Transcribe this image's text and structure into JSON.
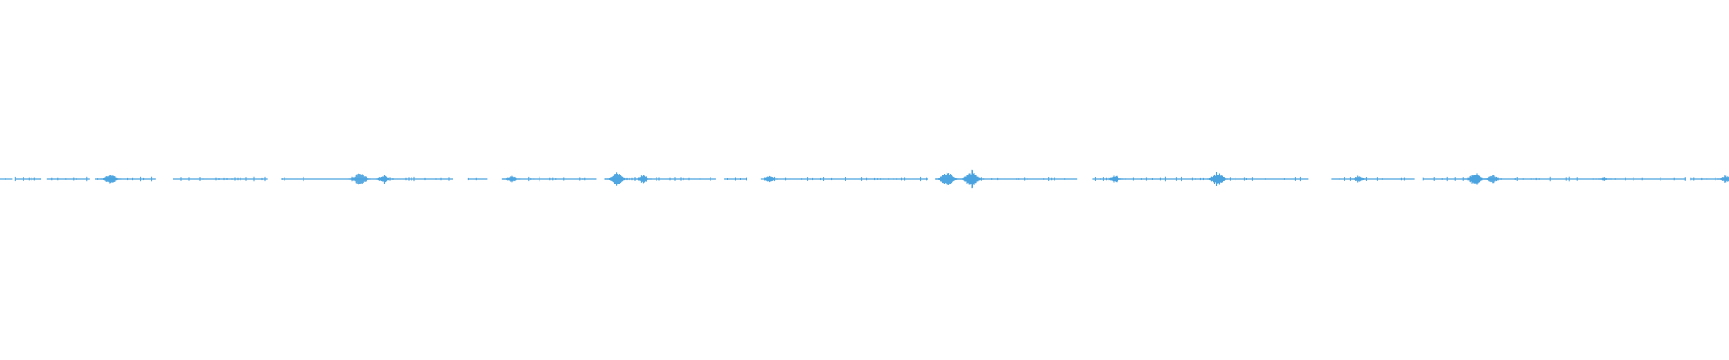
{
  "waveform": {
    "color": "#4aa3df",
    "style": "centered-amplitude-line",
    "segments": [
      {
        "kind": "baseline",
        "from": 0.0,
        "to": 0.007
      },
      {
        "kind": "baseline",
        "from": 0.009,
        "to": 0.024
      },
      {
        "kind": "baseline",
        "from": 0.027,
        "to": 0.052
      },
      {
        "kind": "burst",
        "at": 0.064,
        "amp": 0.2
      },
      {
        "kind": "baseline",
        "from": 0.055,
        "to": 0.09
      },
      {
        "kind": "baseline",
        "from": 0.1,
        "to": 0.155
      },
      {
        "kind": "baseline",
        "from": 0.163,
        "to": 0.262
      },
      {
        "kind": "burst",
        "at": 0.208,
        "amp": 0.26
      },
      {
        "kind": "burst",
        "at": 0.222,
        "amp": 0.14
      },
      {
        "kind": "baseline",
        "from": 0.271,
        "to": 0.282
      },
      {
        "kind": "baseline",
        "from": 0.29,
        "to": 0.345
      },
      {
        "kind": "burst",
        "at": 0.296,
        "amp": 0.12
      },
      {
        "kind": "baseline",
        "from": 0.35,
        "to": 0.414
      },
      {
        "kind": "burst",
        "at": 0.357,
        "amp": 0.24
      },
      {
        "kind": "burst",
        "at": 0.372,
        "amp": 0.14
      },
      {
        "kind": "baseline",
        "from": 0.419,
        "to": 0.432
      },
      {
        "kind": "baseline",
        "from": 0.442,
        "to": 0.537
      },
      {
        "kind": "burst",
        "at": 0.445,
        "amp": 0.1
      },
      {
        "kind": "baseline",
        "from": 0.541,
        "to": 0.623
      },
      {
        "kind": "burst",
        "at": 0.548,
        "amp": 0.28
      },
      {
        "kind": "burst",
        "at": 0.562,
        "amp": 0.3
      },
      {
        "kind": "baseline",
        "from": 0.632,
        "to": 0.757
      },
      {
        "kind": "burst",
        "at": 0.645,
        "amp": 0.12
      },
      {
        "kind": "burst",
        "at": 0.704,
        "amp": 0.26
      },
      {
        "kind": "baseline",
        "from": 0.77,
        "to": 0.818
      },
      {
        "kind": "burst",
        "at": 0.786,
        "amp": 0.12
      },
      {
        "kind": "baseline",
        "from": 0.823,
        "to": 0.975
      },
      {
        "kind": "burst",
        "at": 0.853,
        "amp": 0.24
      },
      {
        "kind": "burst",
        "at": 0.863,
        "amp": 0.16
      },
      {
        "kind": "burst",
        "at": 0.928,
        "amp": 0.06
      },
      {
        "kind": "baseline",
        "from": 0.978,
        "to": 1.0
      },
      {
        "kind": "burst",
        "at": 0.998,
        "amp": 0.12
      }
    ]
  }
}
